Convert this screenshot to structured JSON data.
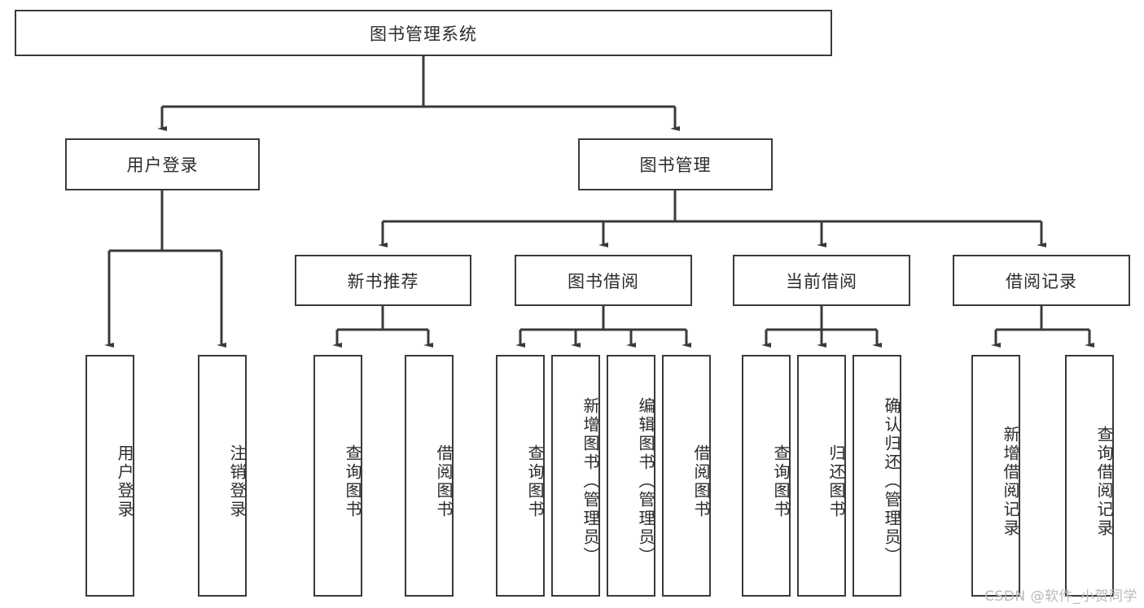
{
  "diagram": {
    "title": "图书管理系统",
    "type": "tree",
    "root": {
      "label": "图书管理系统"
    },
    "level2": [
      {
        "label": "用户登录"
      },
      {
        "label": "图书管理"
      }
    ],
    "level3": [
      {
        "label": "新书推荐"
      },
      {
        "label": "图书借阅"
      },
      {
        "label": "当前借阅"
      },
      {
        "label": "借阅记录"
      }
    ],
    "leaves": {
      "user_login": [
        {
          "label": "用户登录"
        },
        {
          "label": "注销登录"
        }
      ],
      "new_book_recommend": [
        {
          "label": "查询图书"
        },
        {
          "label": "借阅图书"
        }
      ],
      "book_borrow": [
        {
          "label": "查询图书"
        },
        {
          "label": "新增图书（管理员）"
        },
        {
          "label": "编辑图书（管理员）"
        },
        {
          "label": "借阅图书"
        }
      ],
      "current_borrow": [
        {
          "label": "查询图书"
        },
        {
          "label": "归还图书"
        },
        {
          "label": "确认归还（管理员）"
        }
      ],
      "borrow_record": [
        {
          "label": "新增借阅记录"
        },
        {
          "label": "查询借阅记录"
        }
      ]
    }
  },
  "watermark": {
    "text": "CSDN @软件_小贺同学"
  },
  "colors": {
    "stroke": "#3a3a3a",
    "text": "#2b2b2b",
    "background": "#ffffff",
    "watermark": "#b9b9b9"
  }
}
